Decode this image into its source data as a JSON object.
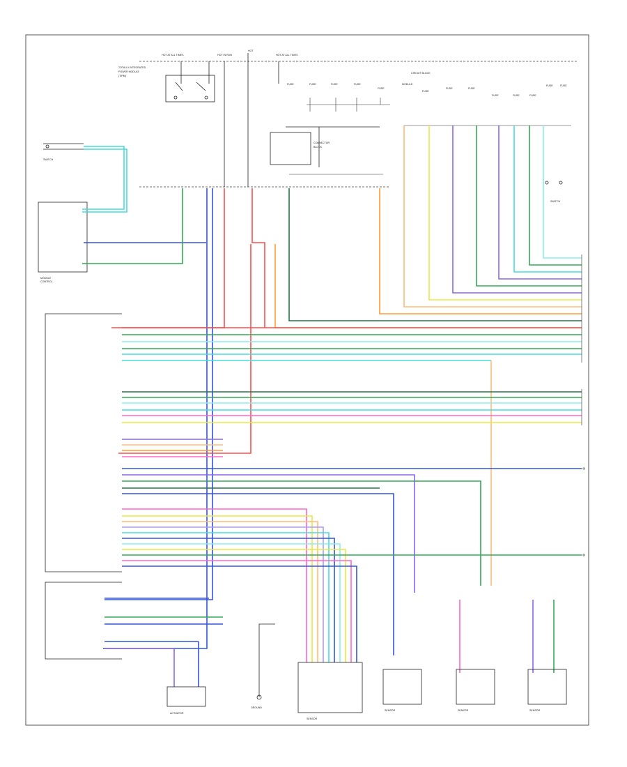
{
  "diagram": {
    "page_ref": "",
    "colors": {
      "red": "#ff4d4d",
      "pink": "#ff66cc",
      "orange": "#ff9933",
      "peach": "#ffbb77",
      "yellow": "#e8e840",
      "green": "#33aa55",
      "dark_green": "#227744",
      "cyan": "#44dddd",
      "light_cyan": "#88eeee",
      "blue": "#3355dd",
      "violet": "#8866ee",
      "light_violet": "#aa99ff",
      "black_wire": "#222222",
      "frame": "#555555"
    },
    "components": [
      "Module (left)",
      "Module (lower left)",
      "Actuator (lower left)",
      "Sensor (center bottom)",
      "Fuse/relay block (top)",
      "Connector (center)",
      "Sensor (right 1)",
      "Sensor (right 2)",
      "Sensor (right 3)",
      "Ground (center bottom)"
    ]
  }
}
